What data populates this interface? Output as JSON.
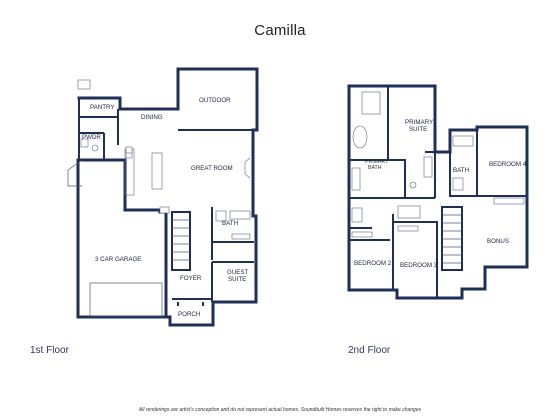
{
  "title": "Camilla",
  "floor1": {
    "label": "1st Floor",
    "rooms": {
      "pantry": "PANTRY",
      "dining": "DINING",
      "outdoor": "OUTDOOR",
      "pwdr": "PWDR",
      "great_room": "GREAT ROOM",
      "garage": "3 CAR GARAGE",
      "bath": "BATH",
      "foyer": "FOYER",
      "guest": "GUEST",
      "suite": "SUITE",
      "porch": "PORCH"
    }
  },
  "floor2": {
    "label": "2nd Floor",
    "rooms": {
      "primary": "PRIMARY",
      "suite": "SUITE",
      "primary_bath_1": "PRIMARY",
      "primary_bath_2": "BATH",
      "bath": "BATH",
      "bedroom4": "BEDROOM 4",
      "bonus": "BONUS",
      "bedroom2": "BEDROOM 2",
      "bedroom3": "BEDROOM 3"
    }
  },
  "disclaimer": "All renderings are artist's conception and do not represent actual homes. Soundbuilt Homes reserves the right to make changes"
}
